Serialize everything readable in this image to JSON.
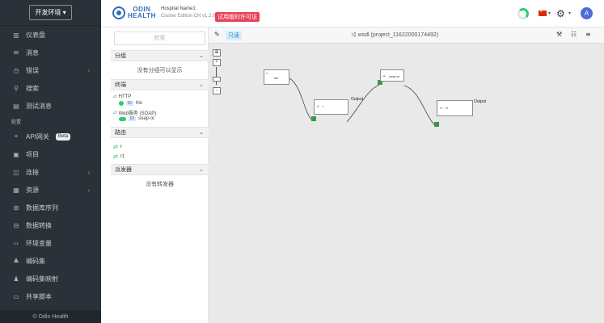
{
  "sidebar": {
    "env_label": "开发环境",
    "items": [
      {
        "icon": "dashboard-icon",
        "label": "仪表盘",
        "has_arrow": false
      },
      {
        "icon": "message-icon",
        "label": "消息",
        "has_arrow": false
      },
      {
        "icon": "error-icon",
        "label": "错误",
        "has_arrow": true
      },
      {
        "icon": "search-icon",
        "label": "搜索",
        "has_arrow": false
      },
      {
        "icon": "test-message-icon",
        "label": "测试消息",
        "has_arrow": false
      }
    ],
    "section_label": "配置",
    "config_items": [
      {
        "icon": "location-icon",
        "label": "API网关",
        "badge": "Beta",
        "has_arrow": false
      },
      {
        "icon": "project-icon",
        "label": "项目",
        "has_arrow": false
      },
      {
        "icon": "database-icon",
        "label": "连接",
        "has_arrow": true
      },
      {
        "icon": "resource-icon",
        "label": "资源",
        "has_arrow": true
      },
      {
        "icon": "sequence-icon",
        "label": "数据库序列",
        "has_arrow": false
      },
      {
        "icon": "transform-icon",
        "label": "数据转换",
        "has_arrow": false
      },
      {
        "icon": "code-icon",
        "label": "环境变量",
        "has_arrow": false
      },
      {
        "icon": "codeset-icon",
        "label": "编码集",
        "has_arrow": false
      },
      {
        "icon": "mapping-icon",
        "label": "编码集映射",
        "has_arrow": false
      },
      {
        "icon": "folder-icon",
        "label": "共享脚本",
        "has_arrow": false
      }
    ],
    "footer": "© Odin Health"
  },
  "header": {
    "logo_line1": "ODIN",
    "logo_line2": "HEALTH",
    "hospital_name": "Hospital Name1",
    "edition": "Cluster Edition CN v1.2.0",
    "trial_badge": "试用版的许可证",
    "avatar_letter": "A",
    "colors": {
      "brand": "#2f6db5",
      "trial": "#e8425a",
      "avatar": "#4e6bd6",
      "spinner": "#2ecc71"
    }
  },
  "palette": {
    "search_placeholder": "检索",
    "groups_title": "分组",
    "groups_empty": "没有分组可以显示",
    "endpoints_title": "终端",
    "endpoints": {
      "http_label": "HTTP",
      "http_child_tag": "ID",
      "http_child": "hlo",
      "soap_label": "Web服务 (SOAP)",
      "soap_child_tag": "ID",
      "soap_child": "soap-oi"
    },
    "routes_title": "路由",
    "routes": [
      "r",
      "r1"
    ],
    "dispatchers_title": "派发器",
    "dispatchers_empty": "没有转发器"
  },
  "editor": {
    "readonly_label": "只读",
    "title": "wsdl (project_11622000174492)",
    "zoom": {
      "plus": "+",
      "minus": "-"
    },
    "nodes": {
      "n1_label": "hlo",
      "n2_label": "r",
      "n3_label": "soap-oi",
      "n4_label": "r1",
      "output_label": "Output"
    }
  }
}
